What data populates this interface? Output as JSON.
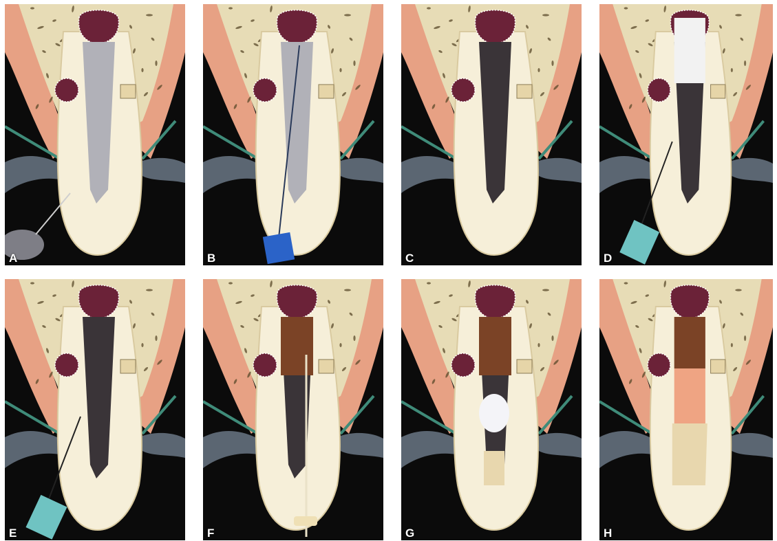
{
  "panels": [
    {
      "label": "A",
      "canal": "gray-canal",
      "instrument": "handpiece-icon",
      "stage": "access"
    },
    {
      "label": "B",
      "canal": "gray-canal",
      "instrument": "file-icon",
      "stage": "file-in-canal"
    },
    {
      "label": "C",
      "canal": "dark-canal",
      "instrument": "none",
      "stage": "cleaned"
    },
    {
      "label": "D",
      "canal": "dark-canal-white-coronal",
      "instrument": "syringe-icon",
      "stage": "irrigation"
    },
    {
      "label": "E",
      "canal": "dark-canal",
      "instrument": "syringe-icon",
      "stage": "irrigation"
    },
    {
      "label": "F",
      "canal": "brown-coronal-dark-apical",
      "instrument": "plugger-icon",
      "stage": "placement"
    },
    {
      "label": "G",
      "canal": "brown-coronal-cotton",
      "instrument": "none",
      "stage": "cotton-pellet"
    },
    {
      "label": "H",
      "canal": "brown-pink-beige-fill",
      "instrument": "none",
      "stage": "restored"
    }
  ],
  "colors": {
    "background": "#0b0b0b",
    "bone": "#e7dcb6",
    "gum": "#e7a184",
    "tooth": "#f6efd9",
    "lesion": "#6b2238",
    "canal_gray": "#b1b1b8",
    "canal_dark": "#3a3438",
    "brown_fill": "#7b4326",
    "pink_fill": "#efa483",
    "beige_fill": "#e8d7ae",
    "green_line": "#3f8b79",
    "blue_tool": "#2b63c8",
    "teal_tool": "#6fc3c2"
  }
}
